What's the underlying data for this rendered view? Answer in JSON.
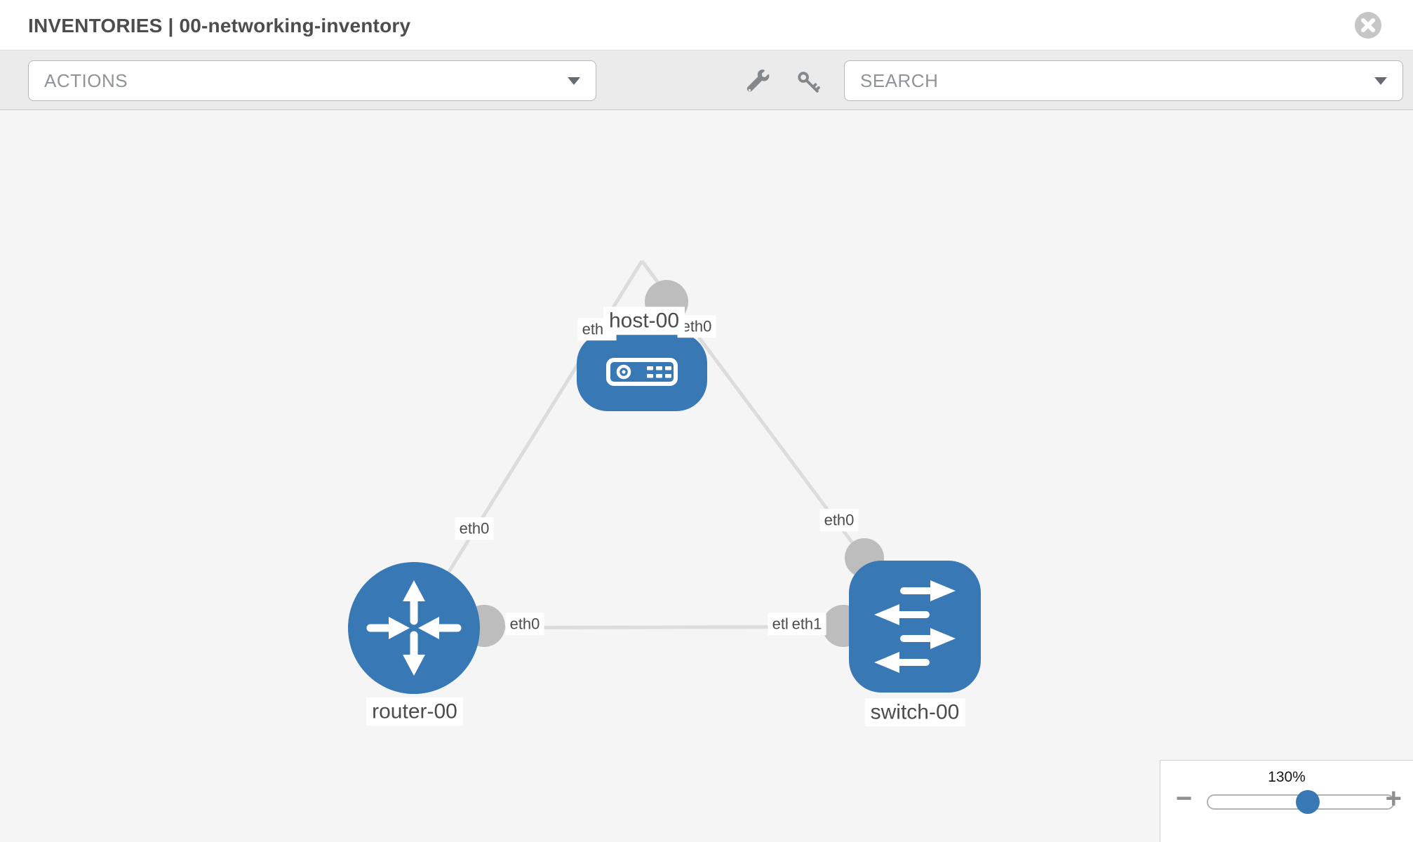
{
  "header": {
    "title": "INVENTORIES | 00-networking-inventory",
    "close_icon": "x-circle"
  },
  "toolbar": {
    "actions_label": "ACTIONS",
    "search_placeholder": "SEARCH",
    "icons": [
      "wrench",
      "key"
    ],
    "caret_icon": "caret-down"
  },
  "diagram": {
    "nodes": [
      {
        "id": "host-00",
        "label": "host-00",
        "type": "host",
        "shape": "rounded-rect",
        "icon": "host-device"
      },
      {
        "id": "router-00",
        "label": "router-00",
        "type": "router",
        "shape": "circle",
        "icon": "router-arrows"
      },
      {
        "id": "switch-00",
        "label": "switch-00",
        "type": "switch",
        "shape": "rounded-square",
        "icon": "switch-arrows"
      }
    ],
    "links": [
      {
        "from": "host-00",
        "to": "router-00",
        "from_label": "eth0",
        "to_label": "eth0"
      },
      {
        "from": "host-00",
        "to": "switch-00",
        "from_label": "eth0",
        "to_label": "eth0"
      },
      {
        "from": "router-00",
        "to": "switch-00",
        "from_label": "eth0",
        "to_labels": {
          "back": "eth0",
          "front": "eth1"
        }
      }
    ]
  },
  "zoom_control": {
    "value": "130%",
    "minus_label": "−",
    "plus_label": "+",
    "handle_position_pct": 65
  },
  "colors": {
    "node_blue": "#3778b5",
    "link_gray": "#dcdcdc",
    "connector_gray": "#bdbdbd",
    "toolbar_bg": "#ebebeb",
    "canvas_bg": "#f5f5f6",
    "icon_gray": "#85888b"
  }
}
